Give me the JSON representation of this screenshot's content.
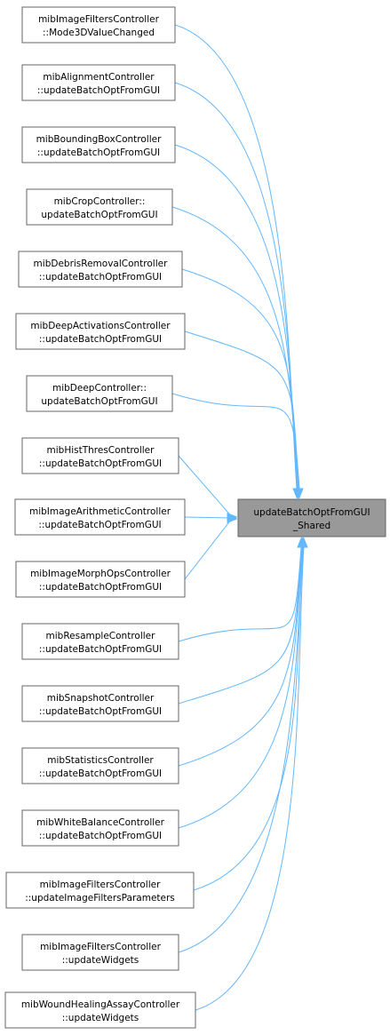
{
  "diagram": {
    "type": "call-graph",
    "colors": {
      "edge": "#63b8ff",
      "node_fill": "#ffffff",
      "node_border": "#666666",
      "target_fill": "#999999",
      "text": "#000000"
    },
    "target": {
      "name": "target",
      "lines": [
        "updateBatchOptFromGUI",
        "_Shared"
      ]
    },
    "callers": [
      {
        "name": "caller-mibimagefilterscontroller-mode3dvaluechanged",
        "lines": [
          "mibImageFiltersController",
          "::Mode3DValueChanged"
        ]
      },
      {
        "name": "caller-mibalignmentcontroller",
        "lines": [
          "mibAlignmentController",
          "::updateBatchOptFromGUI"
        ]
      },
      {
        "name": "caller-mibboundingboxcontroller",
        "lines": [
          "mibBoundingBoxController",
          "::updateBatchOptFromGUI"
        ]
      },
      {
        "name": "caller-mibcropcontroller",
        "lines": [
          "mibCropController::",
          "updateBatchOptFromGUI"
        ]
      },
      {
        "name": "caller-mibdebrisremovalcontroller",
        "lines": [
          "mibDebrisRemovalController",
          "::updateBatchOptFromGUI"
        ]
      },
      {
        "name": "caller-mibdeepactivationscontroller",
        "lines": [
          "mibDeepActivationsController",
          "::updateBatchOptFromGUI"
        ]
      },
      {
        "name": "caller-mibdeepcontroller",
        "lines": [
          "mibDeepController::",
          "updateBatchOptFromGUI"
        ]
      },
      {
        "name": "caller-mibhistthrescontroller",
        "lines": [
          "mibHistThresController",
          "::updateBatchOptFromGUI"
        ]
      },
      {
        "name": "caller-mibimagearithmeticcontroller",
        "lines": [
          "mibImageArithmeticController",
          "::updateBatchOptFromGUI"
        ]
      },
      {
        "name": "caller-mibimagemorphopscontroller",
        "lines": [
          "mibImageMorphOpsController",
          "::updateBatchOptFromGUI"
        ]
      },
      {
        "name": "caller-mibresamplecontroller",
        "lines": [
          "mibResampleController",
          "::updateBatchOptFromGUI"
        ]
      },
      {
        "name": "caller-mibsnapshotcontroller",
        "lines": [
          "mibSnapshotController",
          "::updateBatchOptFromGUI"
        ]
      },
      {
        "name": "caller-mibstatisticscontroller",
        "lines": [
          "mibStatisticsController",
          "::updateBatchOptFromGUI"
        ]
      },
      {
        "name": "caller-mibwhitebalancecontroller",
        "lines": [
          "mibWhiteBalanceController",
          "::updateBatchOptFromGUI"
        ]
      },
      {
        "name": "caller-mibimagefilterscontroller-updateimagefiltersparameters",
        "lines": [
          "mibImageFiltersController",
          "::updateImageFiltersParameters"
        ]
      },
      {
        "name": "caller-mibimagefilterscontroller-updatewidgets",
        "lines": [
          "mibImageFiltersController",
          "::updateWidgets"
        ]
      },
      {
        "name": "caller-mibwoundhealingassaycontroller-updatewidgets",
        "lines": [
          "mibWoundHealingAssayController",
          "::updateWidgets"
        ]
      }
    ]
  }
}
